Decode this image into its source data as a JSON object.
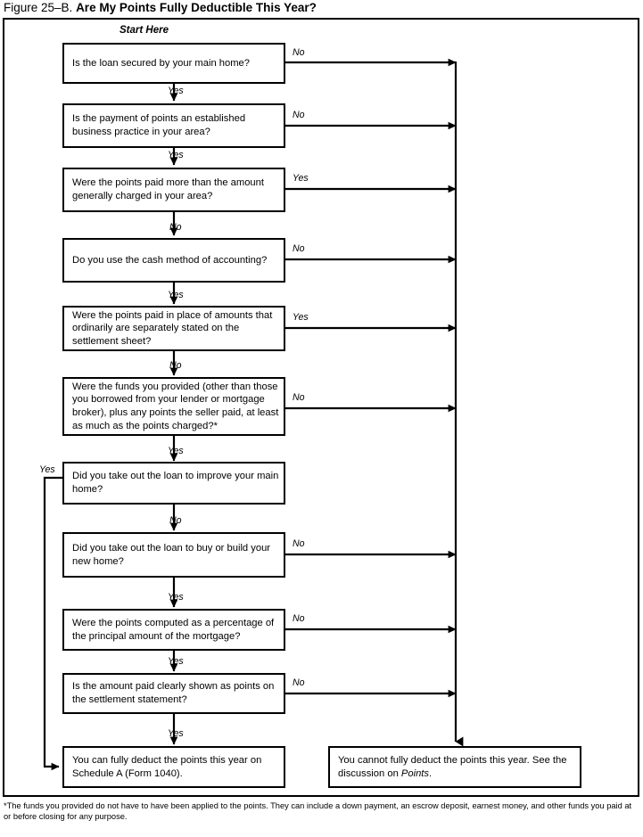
{
  "figure": {
    "label": "Figure 25–B.",
    "title": "Are My Points Fully Deductible This Year?"
  },
  "start_label": "Start Here",
  "footnote": "*The funds you provided do not have to have been applied to the points. They can include a down payment, an escrow deposit, earnest money, and other funds you paid at or before closing for any purpose.",
  "colors": {
    "ink": "#000000",
    "paper": "#ffffff"
  },
  "nodes": [
    {
      "id": "q1",
      "text": "Is the loan secured by your main home?"
    },
    {
      "id": "q2",
      "text": "Is the payment of points an established business practice in your area?"
    },
    {
      "id": "q3",
      "text": "Were the points paid more than the amount generally charged in your area?"
    },
    {
      "id": "q4",
      "text": "Do you use the cash method of accounting?"
    },
    {
      "id": "q5",
      "text": "Were the points paid in place of amounts that ordinarily are separately stated on the settlement sheet?"
    },
    {
      "id": "q6",
      "text": "Were the funds you provided (other than those you borrowed from your lender or mortgage broker), plus any points the seller paid, at least as much as the points charged?*"
    },
    {
      "id": "q7",
      "text": "Did you take out the loan to improve your main home?"
    },
    {
      "id": "q8",
      "text": "Did you take out the loan to buy or build your new home?"
    },
    {
      "id": "q9",
      "text": "Were the points computed as a percentage of the principal amount of the mortgage?"
    },
    {
      "id": "q10",
      "text": "Is the amount paid clearly shown as points on the settlement statement?"
    }
  ],
  "outcomes": {
    "deductible": "You can fully deduct the points this year on Schedule A (Form 1040).",
    "not_deductible_part1": "You cannot fully deduct the points this year. See the discussion on ",
    "not_deductible_italic": "Points",
    "not_deductible_part2": "."
  },
  "down_labels": [
    {
      "id": "d1",
      "text": "Yes"
    },
    {
      "id": "d2",
      "text": "Yes"
    },
    {
      "id": "d3",
      "text": "No"
    },
    {
      "id": "d4",
      "text": "Yes"
    },
    {
      "id": "d5",
      "text": "No"
    },
    {
      "id": "d6",
      "text": "Yes"
    },
    {
      "id": "d7",
      "text": "No"
    },
    {
      "id": "d8",
      "text": "Yes"
    },
    {
      "id": "d9",
      "text": "Yes"
    },
    {
      "id": "d10",
      "text": "Yes"
    }
  ],
  "right_labels": [
    {
      "id": "r1",
      "text": "No"
    },
    {
      "id": "r2",
      "text": "No"
    },
    {
      "id": "r3",
      "text": "Yes"
    },
    {
      "id": "r4",
      "text": "No"
    },
    {
      "id": "r5",
      "text": "Yes"
    },
    {
      "id": "r6",
      "text": "No"
    },
    {
      "id": "r8",
      "text": "No"
    },
    {
      "id": "r9",
      "text": "No"
    },
    {
      "id": "r10",
      "text": "No"
    }
  ],
  "left_labels": [
    {
      "id": "l7",
      "text": "Yes"
    }
  ]
}
